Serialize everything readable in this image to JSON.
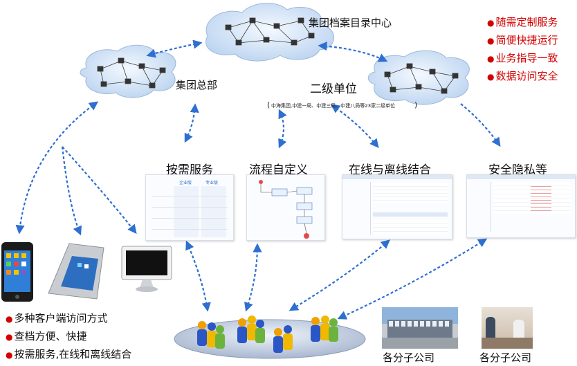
{
  "clouds": {
    "center": "集团档案目录中心",
    "hq": "集团总部",
    "secondary": "二级单位",
    "secondary_note": "中海集团,中建一局、中建三局、中建八局等23家二级单位"
  },
  "features": [
    "随需定制服务",
    "简便快捷运行",
    "业务指导一致",
    "数据访问安全"
  ],
  "modules": [
    "按需服务",
    "流程自定义",
    "在线与离线结合",
    "安全隐私等"
  ],
  "client_points": [
    "多种客户端访问方式",
    "查档方便、快捷",
    "按需服务,在线和离线结合"
  ],
  "subsidiaries": [
    "各分子公司",
    "各分子公司"
  ],
  "screenshot1": {
    "col1": "企业版",
    "col2": "专业版"
  },
  "colors": {
    "red": "#d40000",
    "arrow": "#2e6fd1",
    "cloud": "#cfe0f4"
  }
}
